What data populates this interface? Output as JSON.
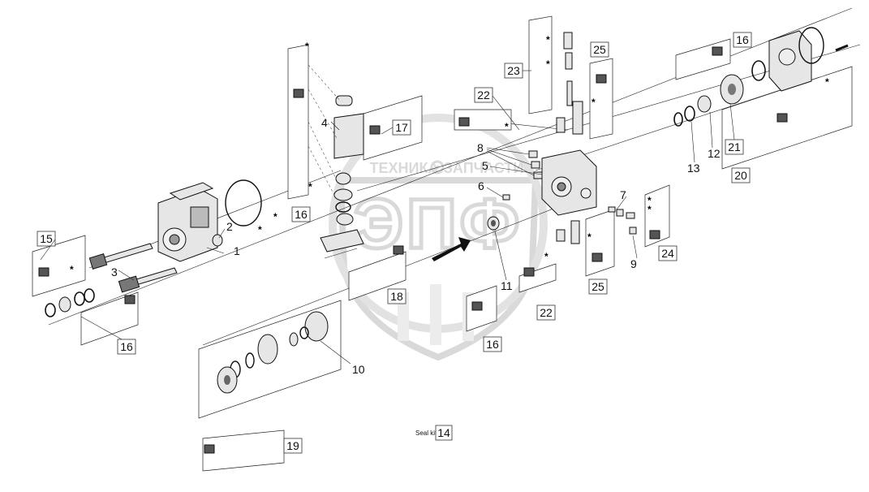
{
  "watermark": {
    "top_left": "ТЕХНИКА",
    "top_right": "ЗАПЧАСТИ",
    "logo_text": "ЭПФ"
  },
  "labels": {
    "l1": "1",
    "l2": "2",
    "l3": "3",
    "l4": "4",
    "l5": "5",
    "l6": "6",
    "l7": "7",
    "l8": "8",
    "l9": "9",
    "l10": "10",
    "l11": "11",
    "l12": "12",
    "l13": "13",
    "seal_kit": "Seal kit",
    "b14": "14",
    "b15": "15",
    "b16a": "16",
    "b16b": "16",
    "b16c": "16",
    "b16d": "16",
    "b17": "17",
    "b18": "18",
    "b19": "19",
    "b20": "20",
    "b21": "21",
    "b22a": "22",
    "b22b": "22",
    "b23": "23",
    "b24": "24",
    "b25a": "25",
    "b25b": "25",
    "star": "*"
  }
}
